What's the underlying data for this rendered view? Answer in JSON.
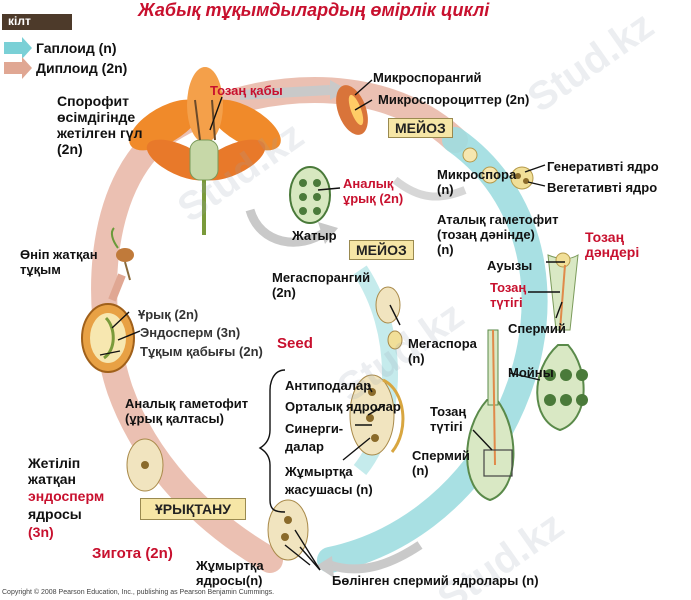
{
  "title": "Жабық тұқымдылардың өмірлік циклі",
  "legend": {
    "heading": "кілт",
    "items": [
      {
        "text": "Гаплоид (n)",
        "color": "#7ad0d6"
      },
      {
        "text": "Диплоид (2n)",
        "color": "#e0a793"
      }
    ]
  },
  "boxes": {
    "meiosis_top": "МЕЙОЗ",
    "meiosis_mid": "МЕЙОЗ",
    "fertilization": "ҰРЫҚТАНУ"
  },
  "labels": {
    "sporophyte": "Спорофит\nөсімдігінде\nжетілген гүл\n(2n)",
    "anther": "Тозаң қабы",
    "microsporangium": "Микроспорангий",
    "microsporocytes": "Микроспороциттер (2n)",
    "ovule": "Аналық\nұрық (2n)",
    "ovary": "Жатыр",
    "microspore": "Микроспора\n(n)",
    "generative_nucleus": "Генеративті ядро",
    "vegetative_nucleus": "Вегетативті ядро",
    "male_gametophyte": "Аталық гаметофит\n(тозаң дәнінде)\n(n)",
    "pollen_grains": "Тозаң\nдәндері",
    "mouth": "Ауызы",
    "pollen_tube_red": "Тозаң\nтүтігі",
    "sperm": "Спермий",
    "germinating_seed": "Өніп жатқан\nтұқым",
    "megasporangium": "Мегаспорангий\n(2n)",
    "embryo": "Ұрық (2n)",
    "endosperm": "Эндосперм (3n)",
    "seed_coat": "Тұқым қабығы (2n)",
    "seed": "Seed",
    "megaspore": "Мегаспора\n(n)",
    "neck": "Мойны",
    "female_gametophyte": "Аналық гаметофит\n(ұрық қалтасы)",
    "antipodals": "Антиподалар",
    "polar_nuclei": "Орталық ядролар",
    "synergids": "Синерги-\nдалар",
    "egg_cell": "Жұмыртқа\nжасушасы (n)",
    "pollen_tube": "Тозаң\nтүтігі",
    "sperm_n": "Спермий\n(n)",
    "developing_endosperm_1": "Жетіліп\nжатқан",
    "developing_endosperm_2": "эндосперм",
    "developing_endosperm_3": "ядросы",
    "developing_endosperm_4": "(3n)",
    "zygote": "Зигота  (2n)",
    "egg_nucleus": "Жұмыртқа\nядросы(n)",
    "discharged_sperm": "Бөлінген спермий ядролары (n)"
  },
  "watermark": "Stud.kz",
  "copyright": "Copyright © 2008 Pearson Education, Inc., publishing as Pearson Benjamin Cummings."
}
